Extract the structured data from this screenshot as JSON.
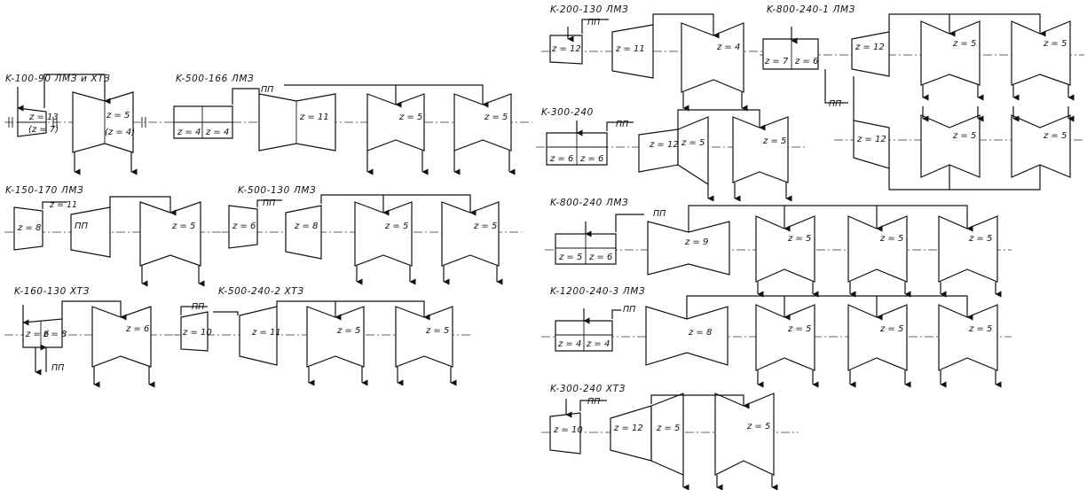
{
  "diagrams": [
    {
      "title": "K-100-90 ЛМЗ и ХТЗ",
      "labels": [
        "z = 13",
        "(z = 7)",
        "z = 5",
        "(z = 4)"
      ]
    },
    {
      "title": "K-500-166 ЛМЗ",
      "labels": [
        "ПП",
        "z = 4",
        "z = 4",
        "z = 11",
        "z = 5",
        "z = 5"
      ]
    },
    {
      "title": "K-150-170 ЛМЗ",
      "labels": [
        "z = 8",
        "ПП",
        "z = 11",
        "z = 5"
      ]
    },
    {
      "title": "K-500-130 ЛМЗ",
      "labels": [
        "ПП",
        "z = 6",
        "z = 8",
        "z = 5",
        "z = 5"
      ]
    },
    {
      "title": "K-160-130 ХТЗ",
      "labels": [
        "z = 6",
        "z = 8",
        "z = 6",
        "ПП"
      ]
    },
    {
      "title": "K-500-240-2 ХТЗ",
      "labels": [
        "ПП",
        "z = 10",
        "z = 11",
        "z = 5",
        "z = 5"
      ]
    },
    {
      "title": "K-200-130 ЛМЗ",
      "labels": [
        "ПП",
        "z = 12",
        "z = 11",
        "z = 4"
      ]
    },
    {
      "title": "K-800-240-1 ЛМЗ",
      "labels": [
        "z = 7",
        "z = 6",
        "z = 12",
        "z = 5",
        "z = 5",
        "ПП",
        "z = 12",
        "z = 5",
        "z = 5"
      ]
    },
    {
      "title": "K-300-240",
      "labels": [
        "ПП",
        "z = 6",
        "z = 6",
        "z = 12",
        "z = 5",
        "z = 5"
      ]
    },
    {
      "title": "K-800-240 ЛМЗ",
      "labels": [
        "ПП",
        "z = 5",
        "z = 6",
        "z = 9",
        "z = 5",
        "z = 5",
        "z = 5"
      ]
    },
    {
      "title": "K-1200-240-3 ЛМЗ",
      "labels": [
        "ПП",
        "z = 4",
        "z = 4",
        "z = 8",
        "z = 5",
        "z = 5",
        "z = 5"
      ]
    },
    {
      "title": "K-300-240 ХТЗ",
      "labels": [
        "ПП",
        "z = 10",
        "z = 12",
        "z = 5",
        "z = 5"
      ]
    }
  ]
}
